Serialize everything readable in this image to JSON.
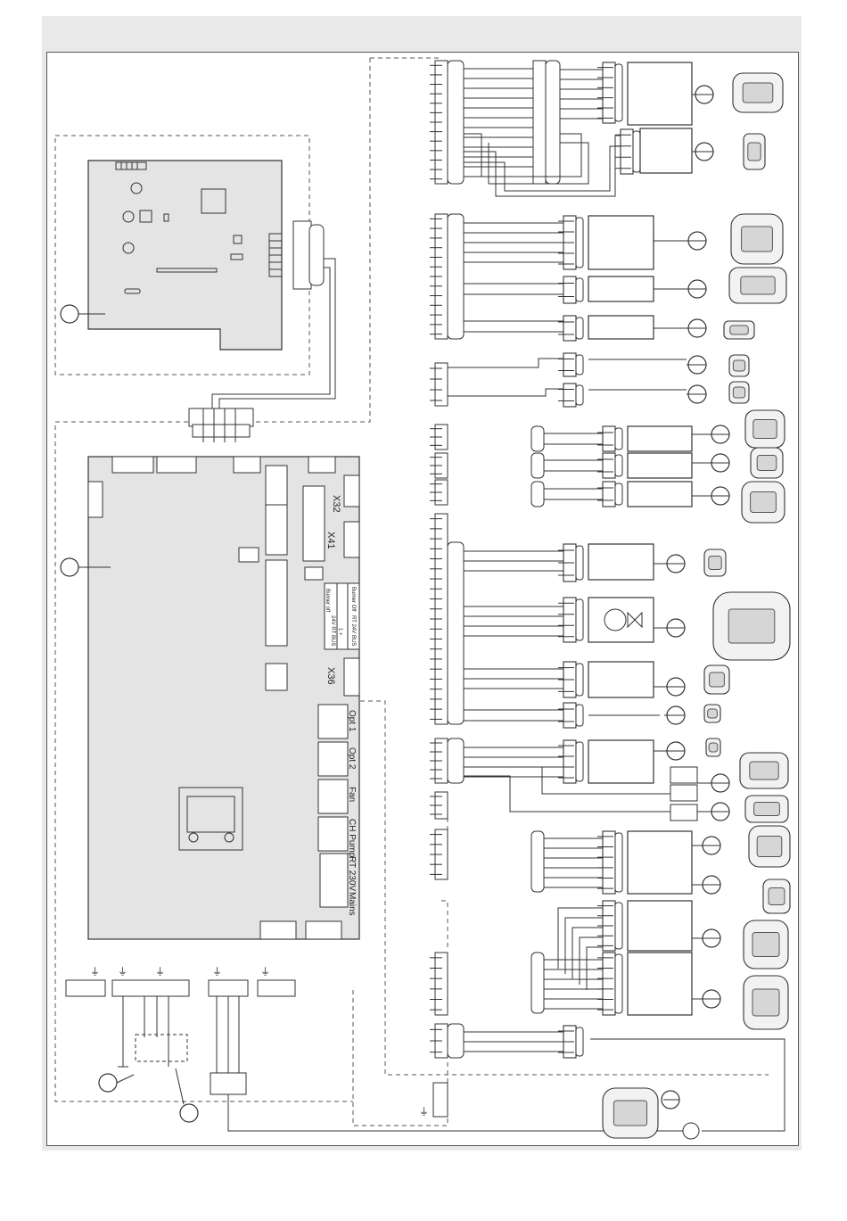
{
  "board_labels": {
    "x32": "X32",
    "x41": "X41",
    "x36": "X36",
    "burner_off": "Burner Off",
    "rt24v": "RT 24V",
    "bus": "BUS",
    "burner_off2": "Burner off",
    "rt24v2": "24V RT",
    "plusminus": "- +",
    "plusminus2": "1 +",
    "bus2": "BUS"
  },
  "terminal_labels": [
    "Opt 1",
    "Opt 2",
    "Fan",
    "CH Pump",
    "RT 230V",
    "Mains"
  ],
  "colors": {
    "frame": "#e9e9e9",
    "board": "#e4e4e4",
    "line": "#333333",
    "dashed": "#555555"
  },
  "icons": [
    "gas-valve-icon",
    "sensor-icon",
    "fan-icon",
    "gas-valve-icon",
    "temperature-sensor-icon",
    "pressure-switch-icon",
    "pressure-switch-icon",
    "ionization-electrode-icon",
    "room-thermostat-icon",
    "controller-icon",
    "flow-sensor-icon",
    "three-way-valve-icon",
    "water-pressure-sensor-icon",
    "flow-switch-icon",
    "spark-generator-icon",
    "ignition-electrode-icon",
    "ionization-probe-icon",
    "module-box-icon",
    "push-button-icon",
    "control-panel-icon",
    "control-unit-icon",
    "pump-icon",
    "earth-symbol-icon"
  ]
}
